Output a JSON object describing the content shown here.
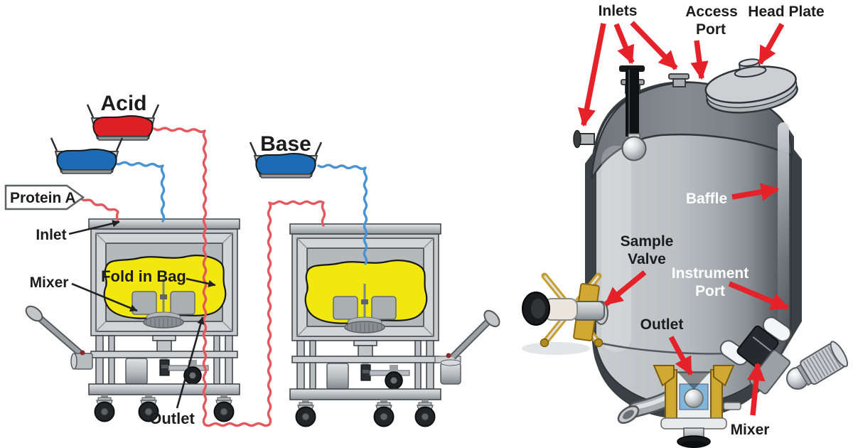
{
  "left": {
    "labels": {
      "acid": "Acid",
      "base": "Base",
      "protein_a": "Protein A",
      "inlet": "Inlet",
      "mixer": "Mixer",
      "fold_in_bag": "Fold in Bag",
      "outlet": "Outlet"
    }
  },
  "right": {
    "labels": {
      "inlets": "Inlets",
      "access_port": [
        "Access",
        "Port"
      ],
      "head_plate": "Head Plate",
      "baffle": "Baffle",
      "sample_valve": [
        "Sample",
        "Valve"
      ],
      "instrument_port": [
        "Instrument",
        "Port"
      ],
      "outlet": "Outlet",
      "mixer": "Mixer"
    }
  },
  "colors": {
    "acid_red": "#dd1f26",
    "base_blue": "#1c6cb5",
    "tube_red": "#e4575c",
    "tube_blue": "#4a93d2",
    "bag_yellow": "#f2e70f",
    "arrow_red": "#e52229",
    "label_black": "#1c1c1e",
    "label_white": "#ffffff",
    "steel_light": "#ced2d4",
    "steel_mid": "#a9aeb1",
    "steel_dark": "#565c60",
    "tank_dark_rim": "#3a4145",
    "brass": "#cfa42f"
  }
}
